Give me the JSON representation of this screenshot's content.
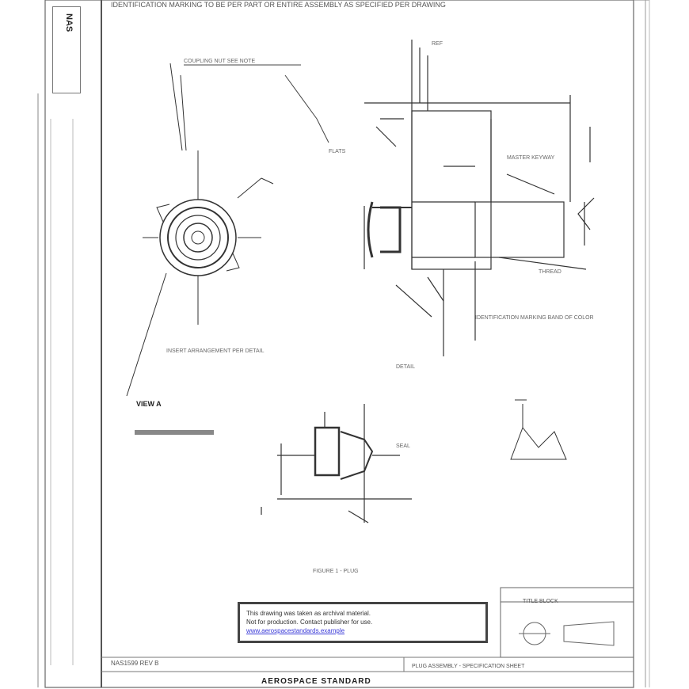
{
  "document": {
    "top_note": "IDENTIFICATION MARKING TO BE PER PART OR ENTIRE ASSEMBLY AS SPECIFIED PER DRAWING",
    "side_code": "NAS",
    "view_label": "VIEW A",
    "figure_label": "FIGURE 1 - PLUG",
    "callouts": {
      "coupling_nut": "COUPLING NUT SEE NOTE",
      "flats": "FLATS",
      "keyway": "MASTER KEYWAY",
      "thread": "THREAD",
      "insert": "INSERT ARRANGEMENT PER DETAIL",
      "seal": "SEAL",
      "identification": "IDENTIFICATION MARKING BAND OF COLOR",
      "detail": "DETAIL",
      "ref": "REF"
    },
    "notice_box": {
      "line1": "This drawing was taken as archival material.",
      "line2": "Not for production. Contact publisher for use.",
      "link": "www.aerospacestandards.example"
    },
    "footer_left": "NAS1599 REV B",
    "footer_right": "PLUG ASSEMBLY - SPECIFICATION SHEET",
    "footer_title": "AEROSPACE STANDARD",
    "title_block_label": "TITLE BLOCK"
  }
}
